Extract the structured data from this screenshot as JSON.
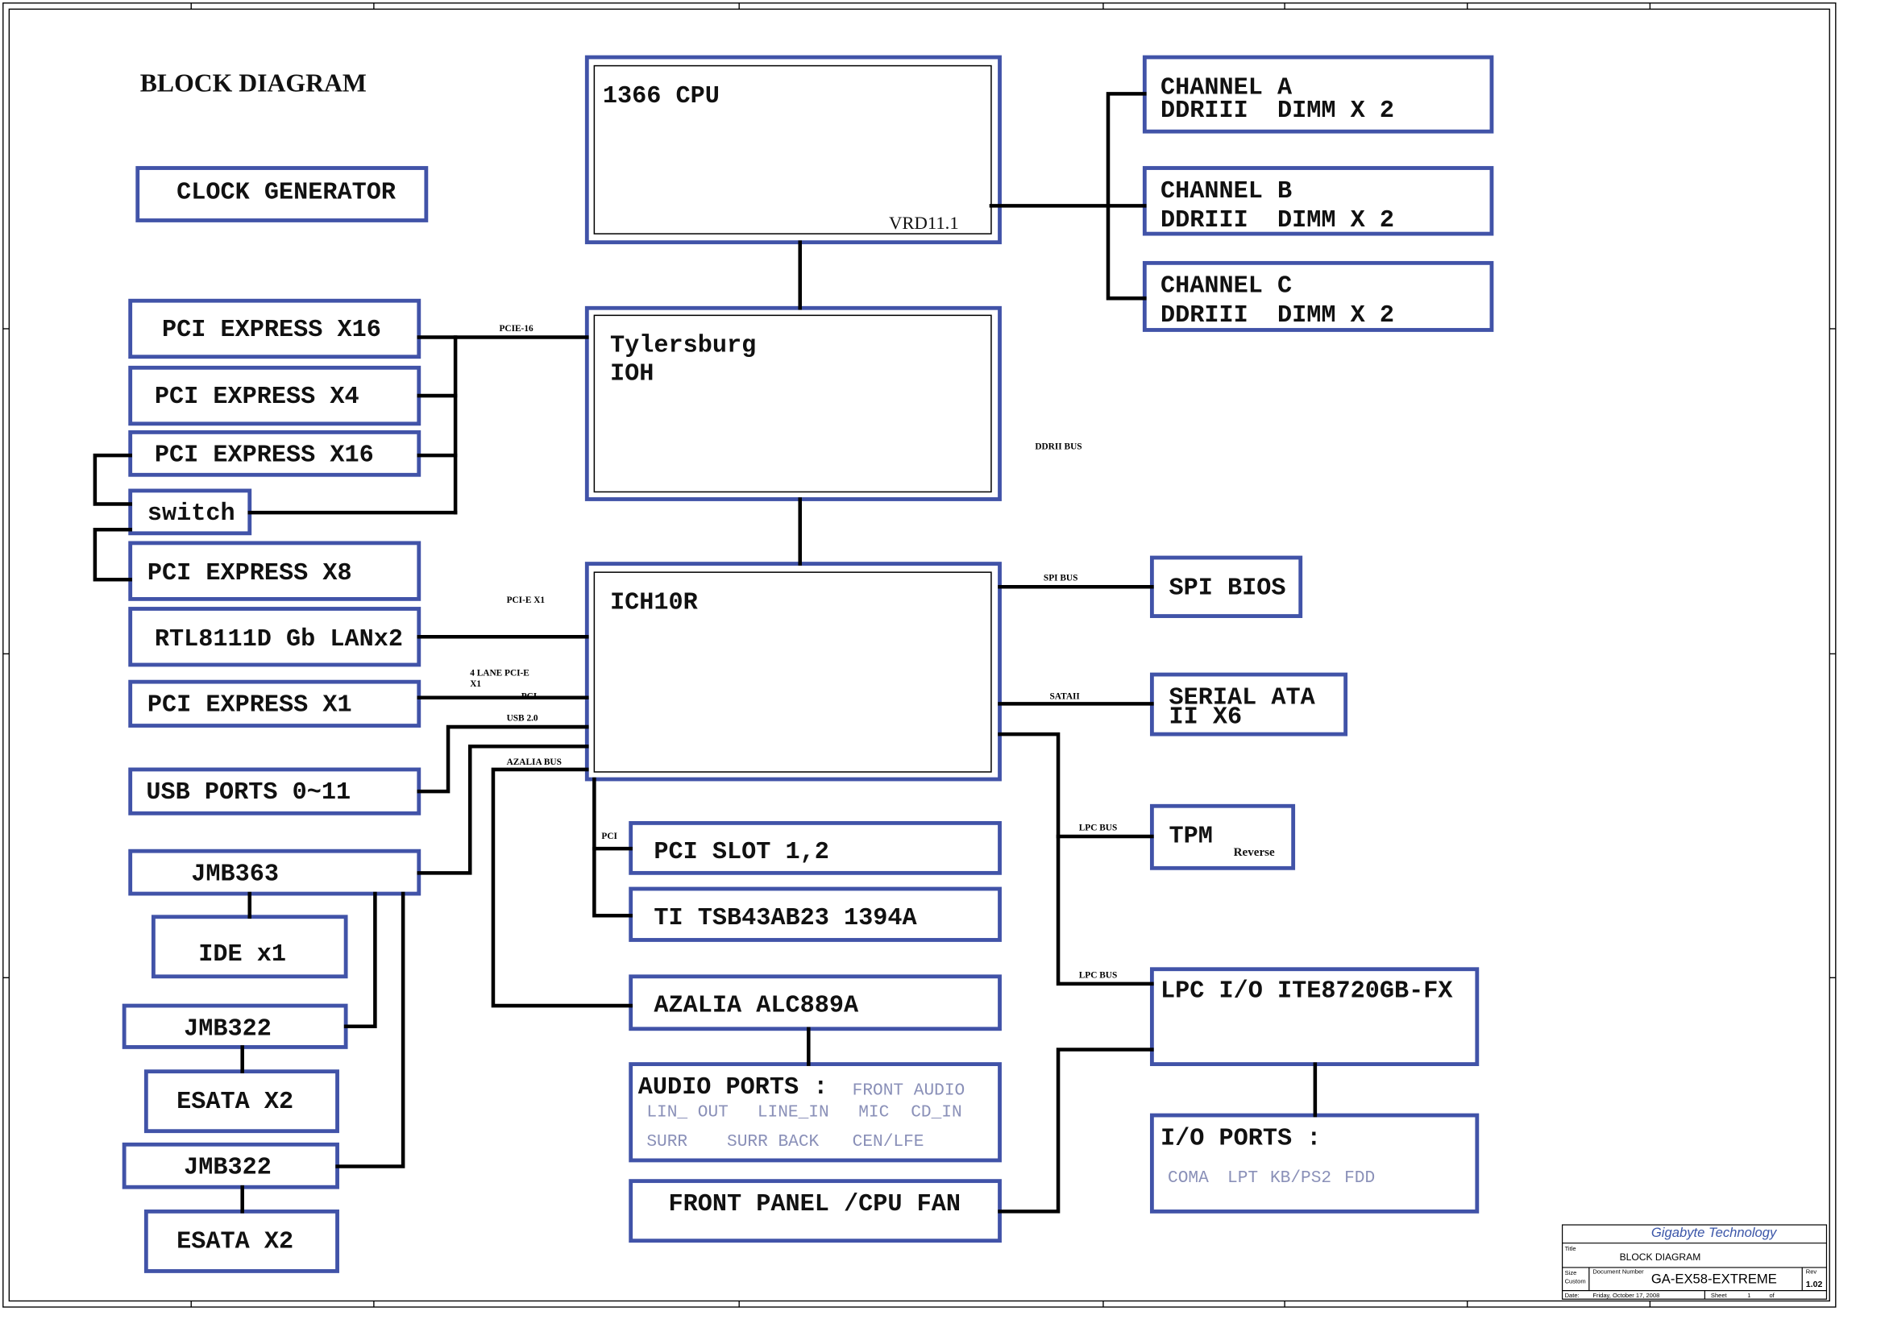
{
  "title": "BLOCK DIAGRAM",
  "clock_generator": "CLOCK GENERATOR",
  "cpu": {
    "label": "1366 CPU",
    "vrd": "VRD11.1"
  },
  "ioh": {
    "line1": "Tylersburg",
    "line2": "IOH"
  },
  "ich": {
    "label": "ICH10R"
  },
  "memory_channels": [
    {
      "name": "CHANNEL A",
      "dimm": "DDRIII  DIMM X 2"
    },
    {
      "name": "CHANNEL B",
      "dimm": "DDRIII  DIMM X 2"
    },
    {
      "name": "CHANNEL C",
      "dimm": "DDRIII  DIMM X 2"
    }
  ],
  "left_blocks": {
    "pcie_x16_1": "PCI EXPRESS X16",
    "pcie_x4": "PCI EXPRESS X4",
    "pcie_x16_2": "PCI EXPRESS X16",
    "switch": "switch",
    "pcie_x8": "PCI EXPRESS X8",
    "lan": "RTL8111D Gb LANx2",
    "pcie_x1": "PCI EXPRESS X1",
    "usb": "USB PORTS 0~11",
    "jmb363": "JMB363",
    "ide": "IDE x1",
    "jmb322_1": "JMB322",
    "esata_1": "ESATA X2",
    "jmb322_2": "JMB322",
    "esata_2": "ESATA X2"
  },
  "bottom_blocks": {
    "pci_slot": "PCI SLOT 1,2",
    "ti_1394": "TI TSB43AB23 1394A",
    "azalia": "AZALIA ALC889A",
    "front_panel": "FRONT PANEL /CPU FAN"
  },
  "audio_ports": {
    "title": "AUDIO PORTS :",
    "row1": [
      "FRONT AUDIO"
    ],
    "row2": [
      "LIN_ OUT",
      "LINE_IN",
      "MIC",
      "CD_IN"
    ],
    "row3": [
      "SURR",
      "SURR BACK",
      "CEN/LFE"
    ]
  },
  "right_blocks": {
    "spi_bios": "SPI BIOS",
    "sata": {
      "line1": "SERIAL ATA",
      "line2": "II X6"
    },
    "tpm": {
      "label": "TPM",
      "note": "Reverse"
    },
    "lpc_io": "LPC I/O ITE8720GB-FX",
    "io_ports": {
      "title": "I/O PORTS :",
      "items": [
        "COMA",
        "LPT",
        "KB/PS2",
        "FDD"
      ]
    }
  },
  "bus_labels": {
    "pcie16": "PCIE-16",
    "ddrii_bus": "DDRII BUS",
    "spi_bus": "SPI BUS",
    "pcie_x1": "PCI-E X1",
    "lane_pcie_1": "4 LANE PCI-E",
    "lane_pcie_2": "X1",
    "pci_left": "PCI",
    "usb20": "USB 2.0",
    "sataii": "SATAII",
    "azalia_bus": "AZALIA BUS",
    "pci_bottom": "PCI",
    "lpc_bus_1": "LPC BUS",
    "lpc_bus_2": "LPC BUS"
  },
  "title_block": {
    "company": "Gigabyte Technology",
    "title_label": "Title",
    "title": "BLOCK DIAGRAM",
    "size_label": "Size",
    "size": "Custom",
    "doc_label": "Document Number",
    "document": "GA-EX58-EXTREME",
    "rev_label": "Rev",
    "rev": "1.02",
    "date_label": "Date:",
    "date": "Friday, October 17, 2008",
    "sheet_label": "Sheet",
    "sheet": "1",
    "of_label": "of"
  },
  "colors": {
    "box_border": "#4153a8",
    "wire": "#000000",
    "muted_text": "#8a90b8",
    "company": "#3a55a8"
  }
}
